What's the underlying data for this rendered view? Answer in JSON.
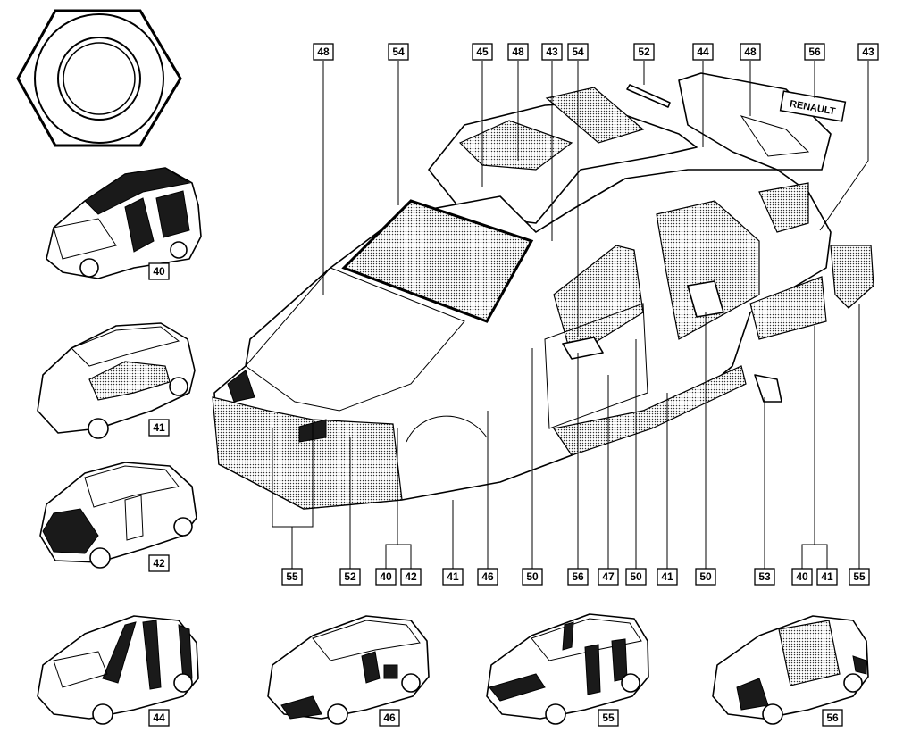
{
  "callouts_main": [
    {
      "id": "c48a",
      "label": "48"
    },
    {
      "id": "c54a",
      "label": "54"
    },
    {
      "id": "c45",
      "label": "45"
    },
    {
      "id": "c48b",
      "label": "48"
    },
    {
      "id": "c43a",
      "label": "43"
    },
    {
      "id": "c54b",
      "label": "54"
    },
    {
      "id": "c52a",
      "label": "52"
    },
    {
      "id": "c44",
      "label": "44"
    },
    {
      "id": "c48c",
      "label": "48"
    },
    {
      "id": "c56a",
      "label": "56"
    },
    {
      "id": "c43b",
      "label": "43"
    },
    {
      "id": "c55a",
      "label": "55"
    },
    {
      "id": "c52b",
      "label": "52"
    },
    {
      "id": "c40a",
      "label": "40"
    },
    {
      "id": "c42a",
      "label": "42"
    },
    {
      "id": "c41a",
      "label": "41"
    },
    {
      "id": "c46a",
      "label": "46"
    },
    {
      "id": "c50a",
      "label": "50"
    },
    {
      "id": "c56b",
      "label": "56"
    },
    {
      "id": "c47",
      "label": "47"
    },
    {
      "id": "c50b",
      "label": "50"
    },
    {
      "id": "c41b",
      "label": "41"
    },
    {
      "id": "c50c",
      "label": "50"
    },
    {
      "id": "c53",
      "label": "53"
    },
    {
      "id": "c40b",
      "label": "40"
    },
    {
      "id": "c41c",
      "label": "41"
    },
    {
      "id": "c55b",
      "label": "55"
    }
  ],
  "thumbnails": [
    {
      "id": "t40",
      "label": "40"
    },
    {
      "id": "t41",
      "label": "41"
    },
    {
      "id": "t42",
      "label": "42"
    },
    {
      "id": "t44",
      "label": "44"
    },
    {
      "id": "t46",
      "label": "46"
    },
    {
      "id": "t55",
      "label": "55"
    },
    {
      "id": "t56",
      "label": "56"
    }
  ],
  "badge_text": "RENAULT"
}
